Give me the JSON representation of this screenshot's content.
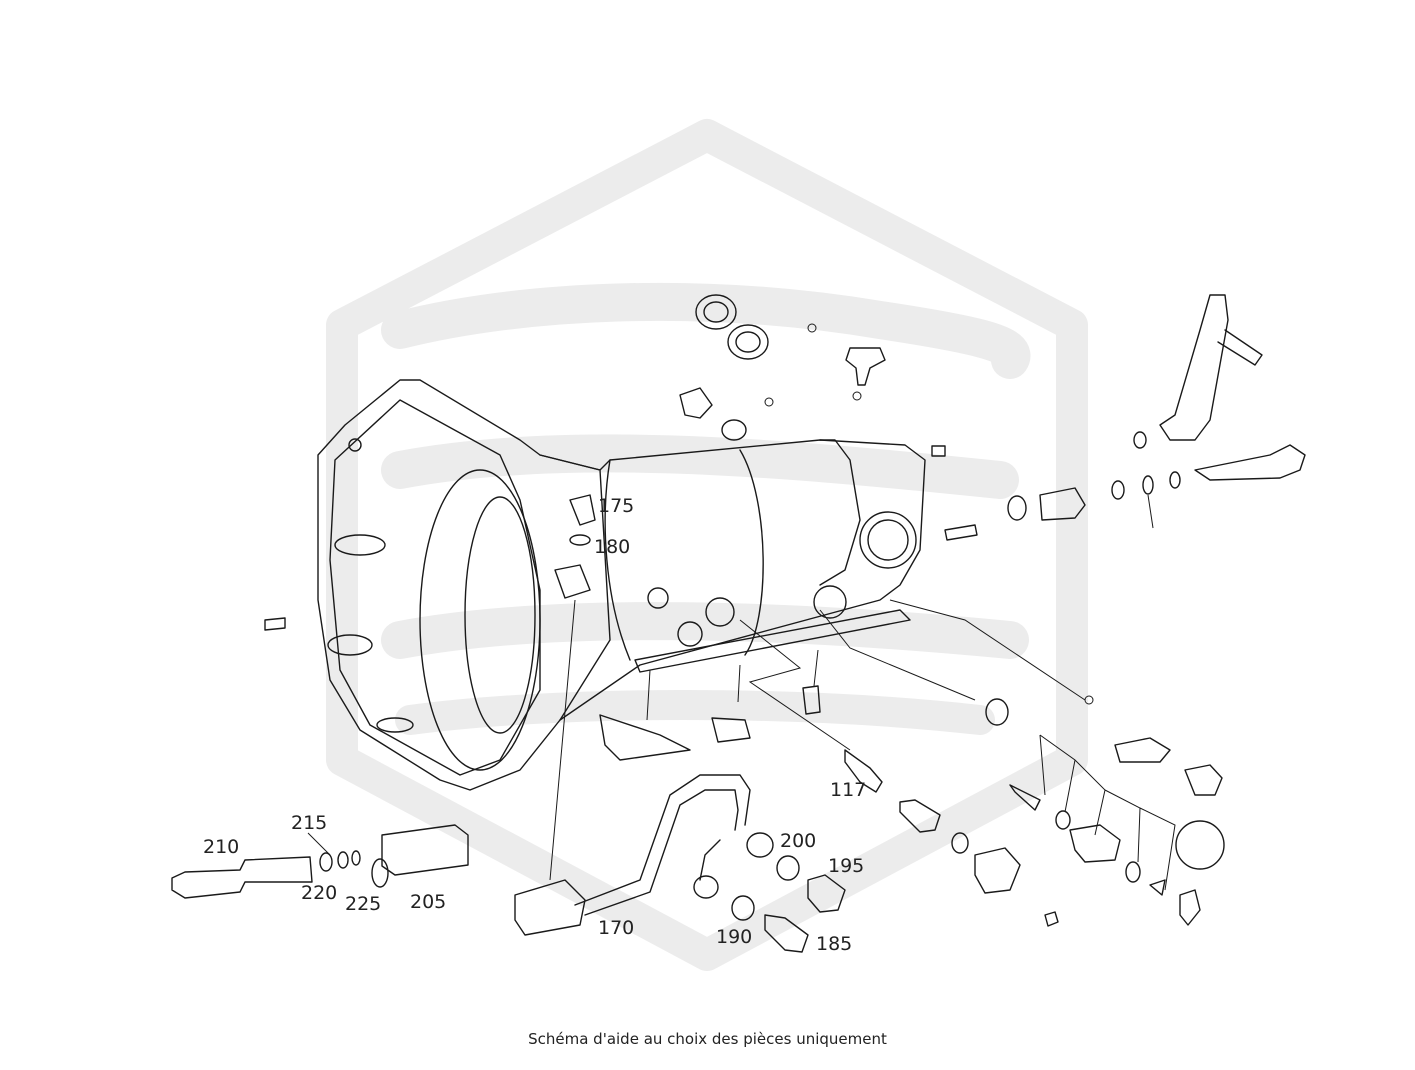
{
  "callouts": {
    "p117": "117",
    "p170": "170",
    "p175": "175",
    "p180": "180",
    "p185": "185",
    "p190": "190",
    "p195": "195",
    "p200": "200",
    "p205": "205",
    "p210": "210",
    "p215": "215",
    "p220": "220",
    "p225": "225"
  },
  "caption": "Schéma d'aide au choix des pièces uniquement",
  "watermark": {
    "icon": "brand-logo-watermark-icon",
    "color": "#ececec"
  },
  "colors": {
    "line": "#1a1a1a",
    "text": "#222222",
    "background": "#ffffff"
  }
}
